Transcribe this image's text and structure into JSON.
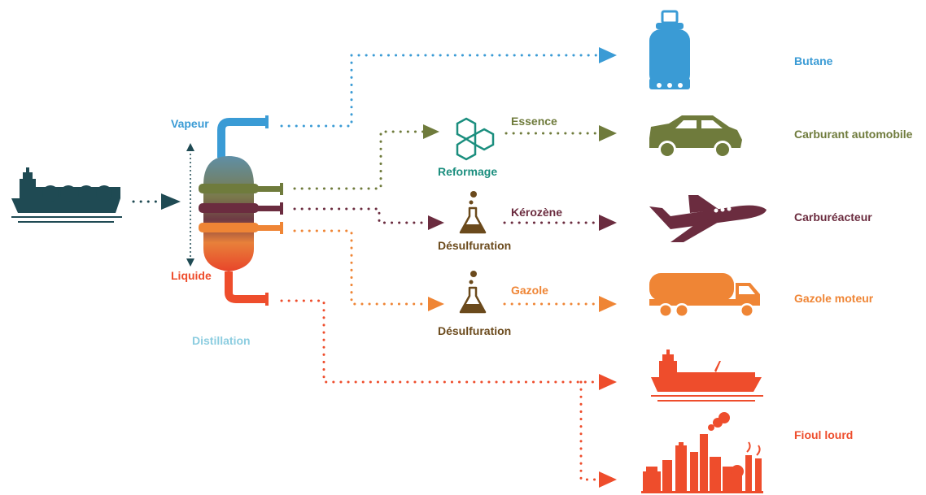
{
  "labels": {
    "vapeur": "Vapeur",
    "liquide": "Liquide",
    "distillation": "Distillation",
    "reformage": "Reformage",
    "desulfuration_1": "Désulfuration",
    "desulfuration_2": "Désulfuration",
    "essence": "Essence",
    "kerozene": "Kérozène",
    "gazole": "Gazole"
  },
  "products": {
    "butane": "Butane",
    "carburant_auto": "Carburant automobile",
    "carbureacteur": "Carburéacteur",
    "gazole_moteur": "Gazole moteur",
    "fioul_lourd": "Fioul lourd"
  },
  "colors": {
    "butane": "#3a9bd5",
    "essence": "#6f7b3c",
    "kerozene": "#6b2c3f",
    "gazole": "#ef8535",
    "fioul": "#ee4d2c",
    "reformage": "#1b8e7e",
    "desulfuration": "#6b4a1c",
    "tanker": "#1f4a53",
    "distillation": "#8ccde0"
  },
  "icons": {
    "source": "lng-tanker-icon",
    "column": "distillation-column-icon",
    "reformage": "benzene-molecule-icon",
    "desulfuration": "flask-icon",
    "butane": "gas-bottle-icon",
    "car": "car-icon",
    "plane": "airplane-icon",
    "truck": "tanker-truck-icon",
    "ship": "cargo-ship-icon",
    "factory": "factory-icon"
  }
}
